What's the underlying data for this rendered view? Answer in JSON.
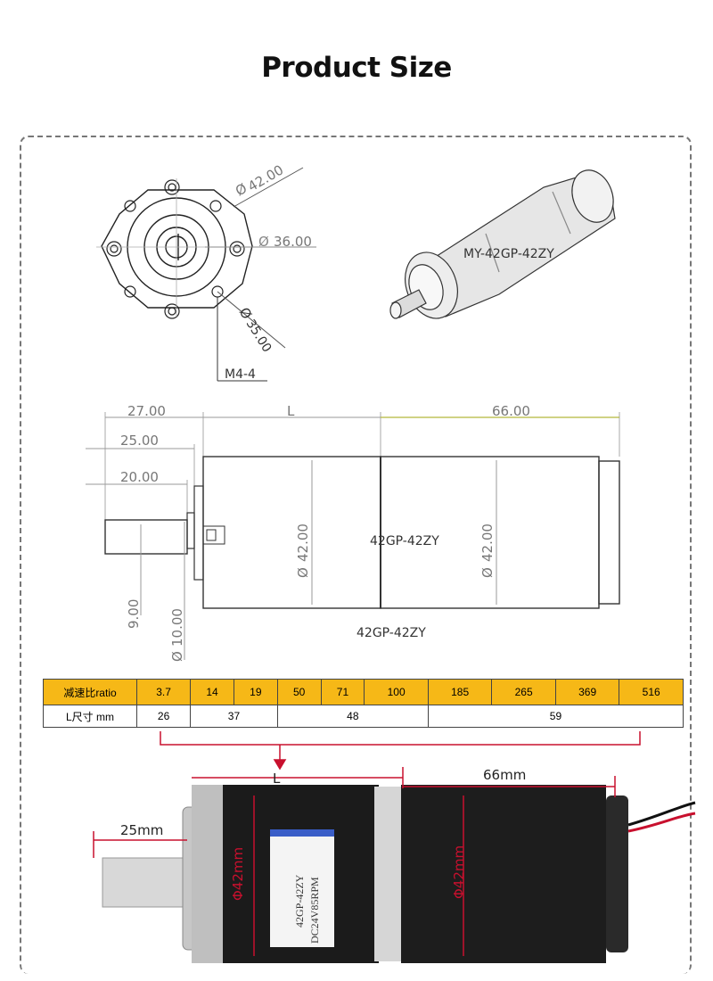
{
  "page": {
    "title": "Product Size"
  },
  "front_view": {
    "d_outer": "42.00",
    "d_mid": "36.00",
    "d_inner": "35.00",
    "thread": "M4-4"
  },
  "iso_view": {
    "model": "MY-42GP-42ZY"
  },
  "side_view": {
    "dim_27": "27.00",
    "dim_l": "L",
    "dim_66": "66.00",
    "dim_25": "25.00",
    "dim_20": "20.00",
    "d_gear": "42.00",
    "d_motor": "42.00",
    "shaft_flat": "9.00",
    "shaft_d": "10.00",
    "body_label": "42GP-42ZY",
    "caption": "42GP-42ZY"
  },
  "ratio_table": {
    "header_label": "减速比ratio",
    "ratios": [
      "3.7",
      "14",
      "19",
      "50",
      "71",
      "100",
      "185",
      "265",
      "369",
      "516"
    ],
    "row_label": "L尺寸 mm",
    "lengths": [
      "26",
      "37",
      "48",
      "59"
    ]
  },
  "photo": {
    "l_label": "L",
    "len_66": "66mm",
    "len_25": "25mm",
    "d_left": "Φ42mm",
    "d_right": "Φ42mm",
    "sticker_line1": "42GP-42ZY",
    "sticker_line2": "DC24V85RPM"
  },
  "colors": {
    "table_header": "#f6b817",
    "dim_red": "#c8102e",
    "frame": "#777777"
  }
}
